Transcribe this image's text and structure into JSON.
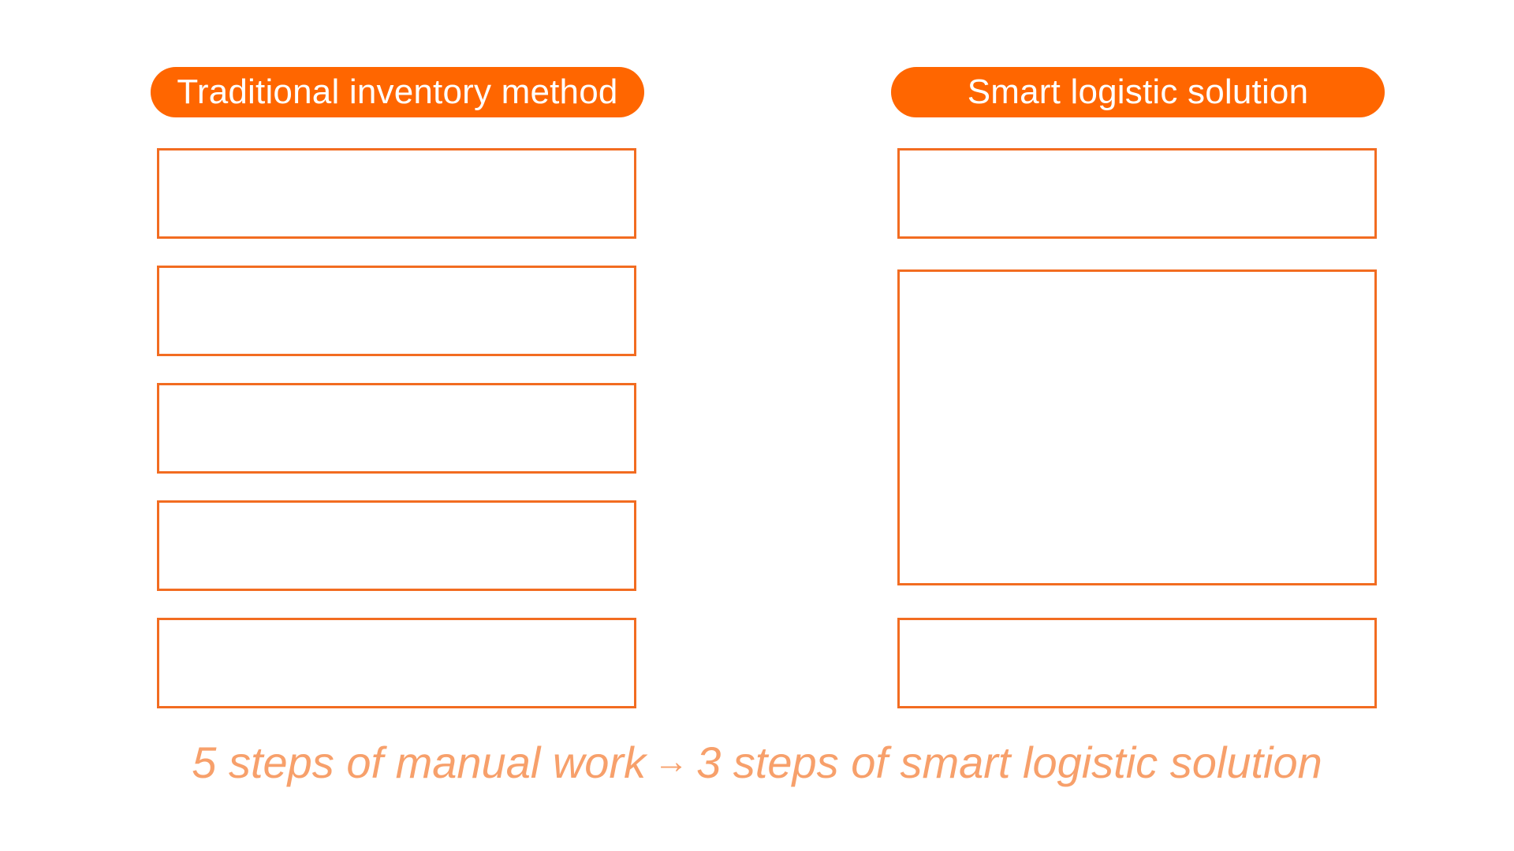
{
  "columns": {
    "left": {
      "title": "Traditional inventory method",
      "steps": [
        "",
        "",
        "",
        "",
        ""
      ]
    },
    "right": {
      "title": "Smart logistic solution",
      "steps": [
        "",
        "",
        ""
      ]
    }
  },
  "caption": {
    "before": "5 steps of manual work",
    "arrow": "→",
    "after": "3 steps of smart logistic solution"
  },
  "colors": {
    "accent": "#ff6600",
    "box_border": "#f26c21",
    "caption_text": "#f7a06b",
    "header_text": "#ffffff"
  }
}
